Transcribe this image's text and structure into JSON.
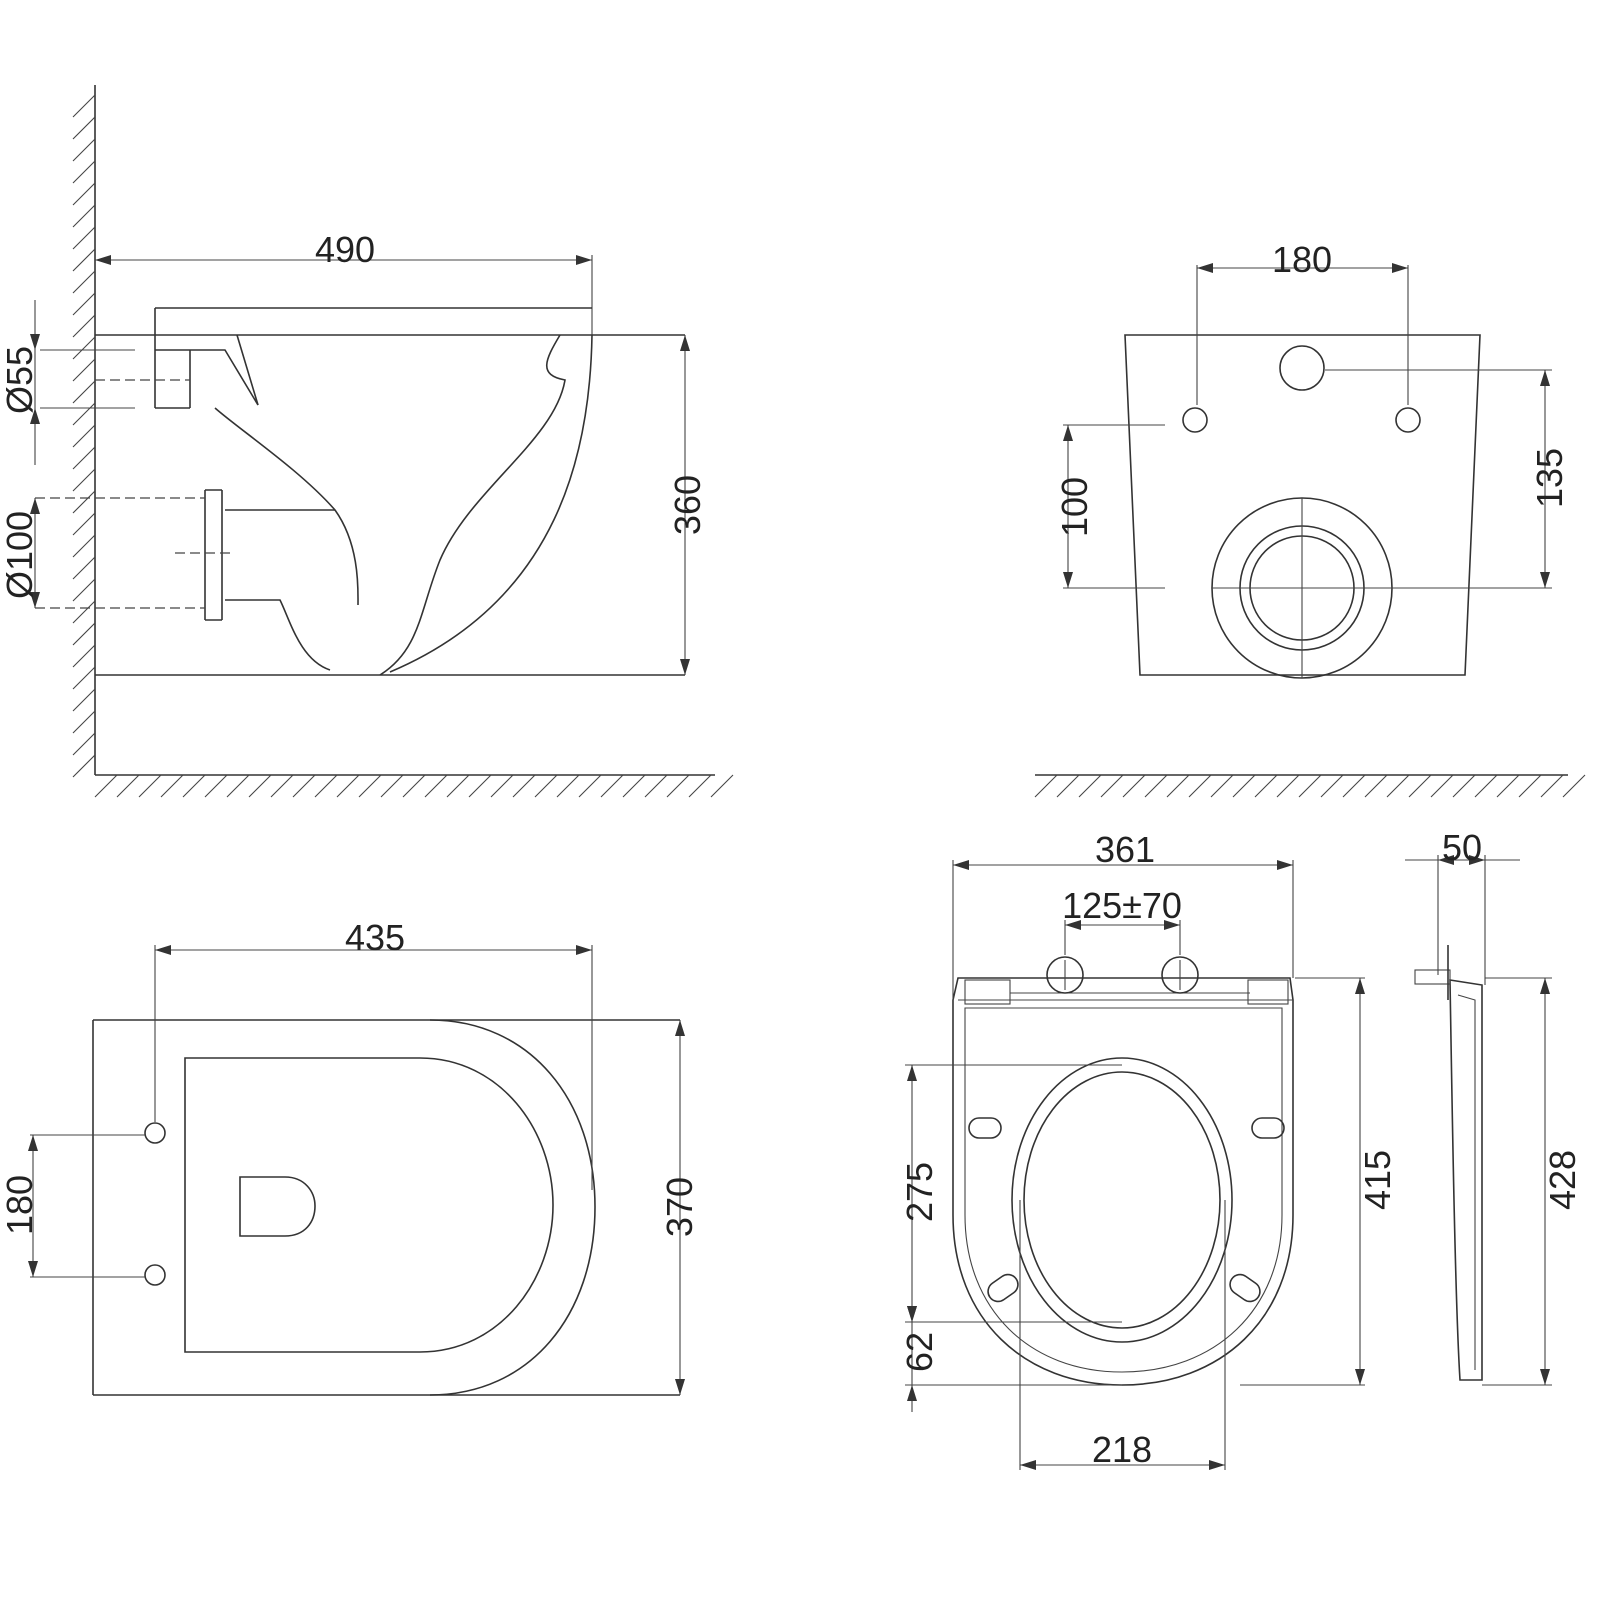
{
  "side_view": {
    "length": "490",
    "inlet_diameter": "Ø55",
    "outlet_diameter": "Ø100",
    "height": "360"
  },
  "rear_view": {
    "bolt_spacing": "180",
    "inlet_height": "135",
    "bolt_to_outlet": "100"
  },
  "plan_view": {
    "depth": "435",
    "bolt_spacing": "180",
    "width": "370"
  },
  "seat_view": {
    "width": "361",
    "hinge_spacing": "125±70",
    "side_thickness": "50",
    "opening_length": "275",
    "front_rim": "62",
    "seat_length": "415",
    "side_length": "428",
    "opening_width": "218"
  },
  "colors": {
    "line": "#333333",
    "background": "#ffffff"
  }
}
